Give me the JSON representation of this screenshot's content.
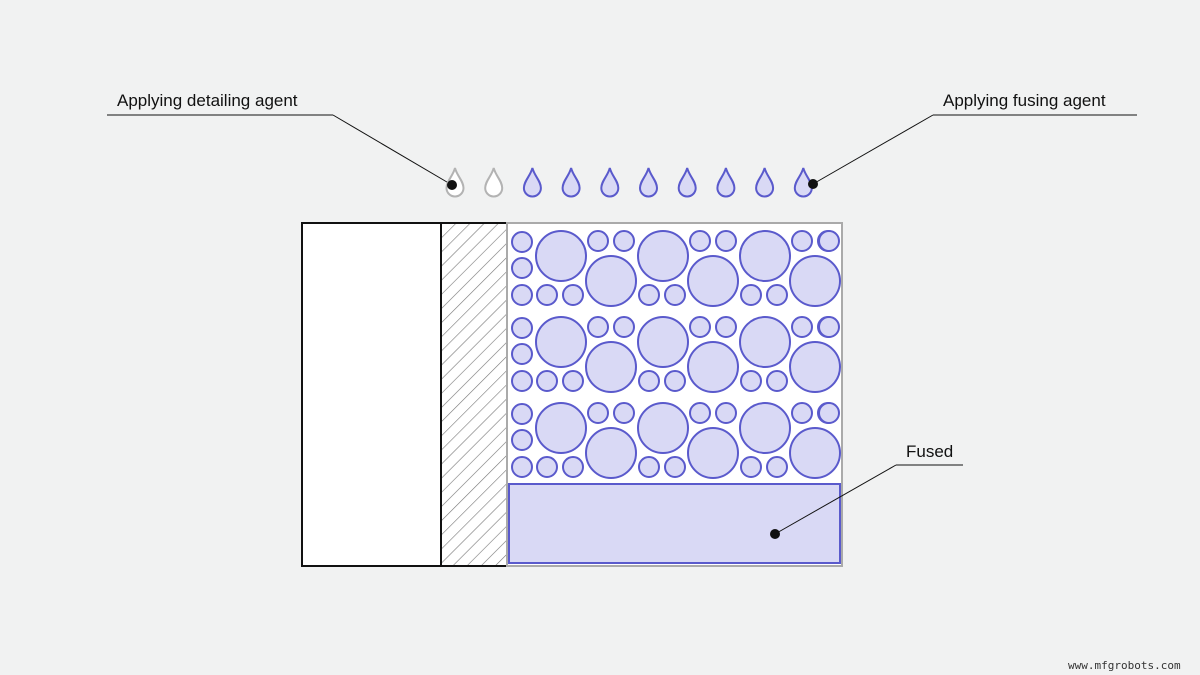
{
  "labels": {
    "detailing": "Applying detailing agent",
    "fusing": "Applying fusing agent",
    "fused": "Fused"
  },
  "watermark": "www.mfgrobots.com",
  "colors": {
    "background": "#f1f2f2",
    "particle_fill": "#d9d9f5",
    "particle_stroke": "#5a5acc",
    "detailing_drop": "#b3b3b3",
    "outline": "#111111",
    "powder_bed_border": "#aaaaaa"
  },
  "droplets": {
    "detailing_count": 2,
    "fusing_count": 8
  }
}
